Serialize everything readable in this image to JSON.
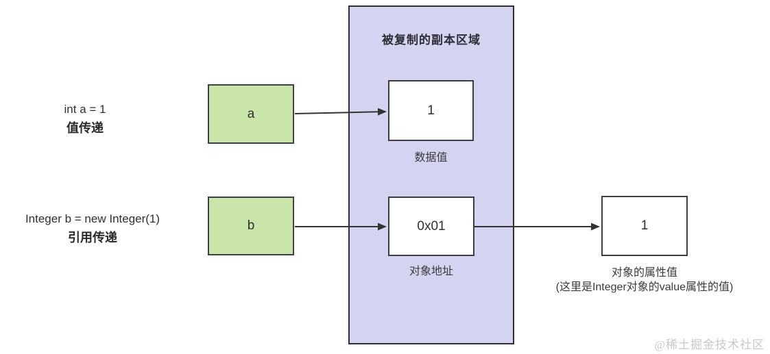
{
  "diagram": {
    "copy_region": {
      "title": "被复制的副本区域"
    },
    "left_annotations": [
      {
        "code": "int a = 1",
        "label": "值传递"
      },
      {
        "code": "Integer b = new Integer(1)",
        "label": "引用传递"
      }
    ],
    "nodes": {
      "var_a": {
        "label": "a"
      },
      "var_b": {
        "label": "b"
      },
      "value_box": {
        "value": "1",
        "caption": "数据值"
      },
      "address_box": {
        "value": "0x01",
        "caption": "对象地址"
      },
      "attribute_box": {
        "value": "1",
        "caption_line1": "对象的属性值",
        "caption_line2": "(这里是Integer对象的value属性的值)"
      }
    },
    "colors": {
      "green_fill": "#c9e5aa",
      "purple_fill": "#d5d4f0",
      "border": "#3a4149",
      "arrow": "#333333",
      "watermark": "#c8c8c8"
    }
  },
  "watermark": {
    "text": "@稀土掘金技术社区"
  }
}
